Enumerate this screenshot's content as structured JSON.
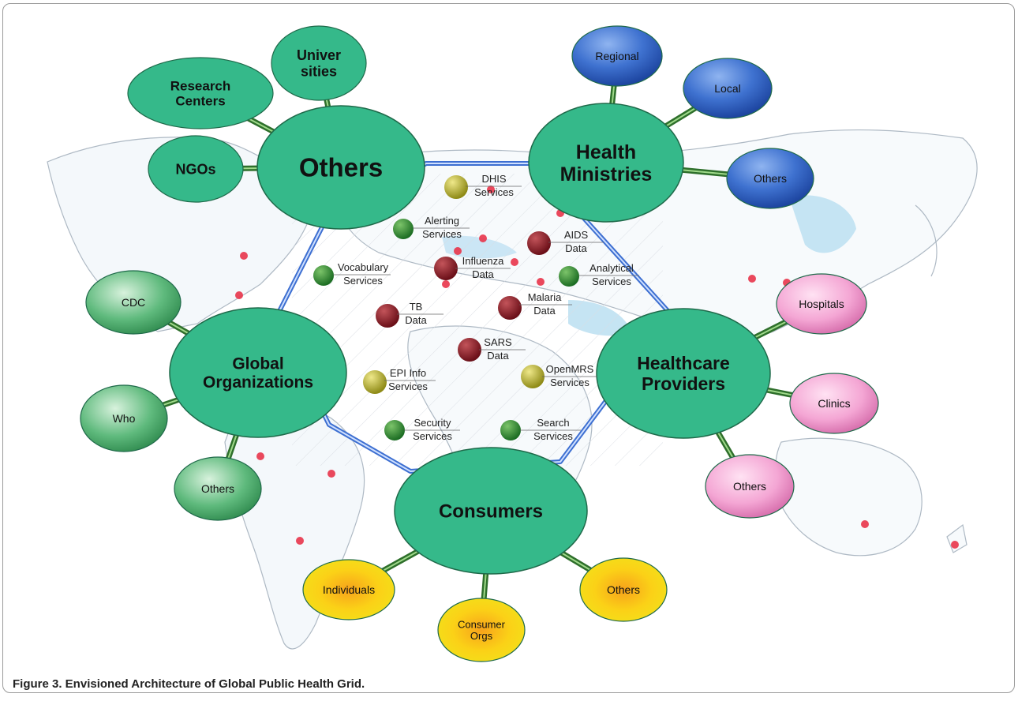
{
  "hubs": [
    {
      "id": "others-hub",
      "lines": [
        "Others"
      ]
    },
    {
      "id": "health-ministries",
      "lines": [
        "Health",
        "Ministries"
      ]
    },
    {
      "id": "global-organizations",
      "lines": [
        "Global",
        "Organizations"
      ]
    },
    {
      "id": "healthcare-providers",
      "lines": [
        "Healthcare",
        "Providers"
      ]
    },
    {
      "id": "consumers",
      "lines": [
        "Consumers"
      ]
    }
  ],
  "satellites": [
    {
      "id": "universities",
      "hub": "others-hub",
      "lines": [
        "Univer",
        "sities"
      ],
      "color": "green"
    },
    {
      "id": "research-centers",
      "hub": "others-hub",
      "lines": [
        "Research",
        "Centers"
      ],
      "color": "green"
    },
    {
      "id": "ngos",
      "hub": "others-hub",
      "lines": [
        "NGOs"
      ],
      "color": "green"
    },
    {
      "id": "regional",
      "hub": "health-ministries",
      "lines": [
        "Regional"
      ],
      "color": "blue"
    },
    {
      "id": "local",
      "hub": "health-ministries",
      "lines": [
        "Local"
      ],
      "color": "blue"
    },
    {
      "id": "ministries-others",
      "hub": "health-ministries",
      "lines": [
        "Others"
      ],
      "color": "blue"
    },
    {
      "id": "cdc",
      "hub": "global-organizations",
      "lines": [
        "CDC"
      ],
      "color": "lightgreen"
    },
    {
      "id": "who",
      "hub": "global-organizations",
      "lines": [
        "Who"
      ],
      "color": "lightgreen"
    },
    {
      "id": "global-others",
      "hub": "global-organizations",
      "lines": [
        "Others"
      ],
      "color": "lightgreen"
    },
    {
      "id": "hospitals",
      "hub": "healthcare-providers",
      "lines": [
        "Hospitals"
      ],
      "color": "pink"
    },
    {
      "id": "clinics",
      "hub": "healthcare-providers",
      "lines": [
        "Clinics"
      ],
      "color": "pink"
    },
    {
      "id": "providers-others",
      "hub": "healthcare-providers",
      "lines": [
        "Others"
      ],
      "color": "pink"
    },
    {
      "id": "individuals",
      "hub": "consumers",
      "lines": [
        "Individuals"
      ],
      "color": "yellow"
    },
    {
      "id": "consumer-orgs",
      "hub": "consumers",
      "lines": [
        "Consumer",
        "Orgs"
      ],
      "color": "yellow"
    },
    {
      "id": "consumers-others",
      "hub": "consumers",
      "lines": [
        "Others"
      ],
      "color": "yellow"
    }
  ],
  "services": [
    {
      "id": "dhis-services",
      "lines": [
        "DHIS",
        "Services"
      ],
      "kind": "olive"
    },
    {
      "id": "alerting-services",
      "lines": [
        "Alerting",
        "Services"
      ],
      "kind": "green"
    },
    {
      "id": "aids-data",
      "lines": [
        "AIDS",
        "Data"
      ],
      "kind": "red"
    },
    {
      "id": "vocabulary-services",
      "lines": [
        "Vocabulary",
        "Services"
      ],
      "kind": "green"
    },
    {
      "id": "influenza-data",
      "lines": [
        "Influenza",
        "Data"
      ],
      "kind": "red"
    },
    {
      "id": "analytical-services",
      "lines": [
        "Analytical",
        "Services"
      ],
      "kind": "green"
    },
    {
      "id": "tb-data",
      "lines": [
        "TB",
        "Data"
      ],
      "kind": "red"
    },
    {
      "id": "malaria-data",
      "lines": [
        "Malaria",
        "Data"
      ],
      "kind": "red"
    },
    {
      "id": "sars-data",
      "lines": [
        "SARS",
        "Data"
      ],
      "kind": "red"
    },
    {
      "id": "epi-info-services",
      "lines": [
        "EPI Info",
        "Services"
      ],
      "kind": "olive"
    },
    {
      "id": "openmrs-services",
      "lines": [
        "OpenMRS",
        "Services"
      ],
      "kind": "olive"
    },
    {
      "id": "security-services",
      "lines": [
        "Security",
        "Services"
      ],
      "kind": "green"
    },
    {
      "id": "search-services",
      "lines": [
        "Search",
        "Services"
      ],
      "kind": "green"
    }
  ],
  "colors": {
    "hub_fill": "#35b98a",
    "hexagon": "#3d6fd1",
    "connector": "#3f9a3a",
    "map_land": "#ffffff",
    "map_water": "#bfe1f2",
    "hotspot": "#e8344a"
  },
  "caption": "Figure 3. Envisioned Architecture of Global Public Health Grid."
}
